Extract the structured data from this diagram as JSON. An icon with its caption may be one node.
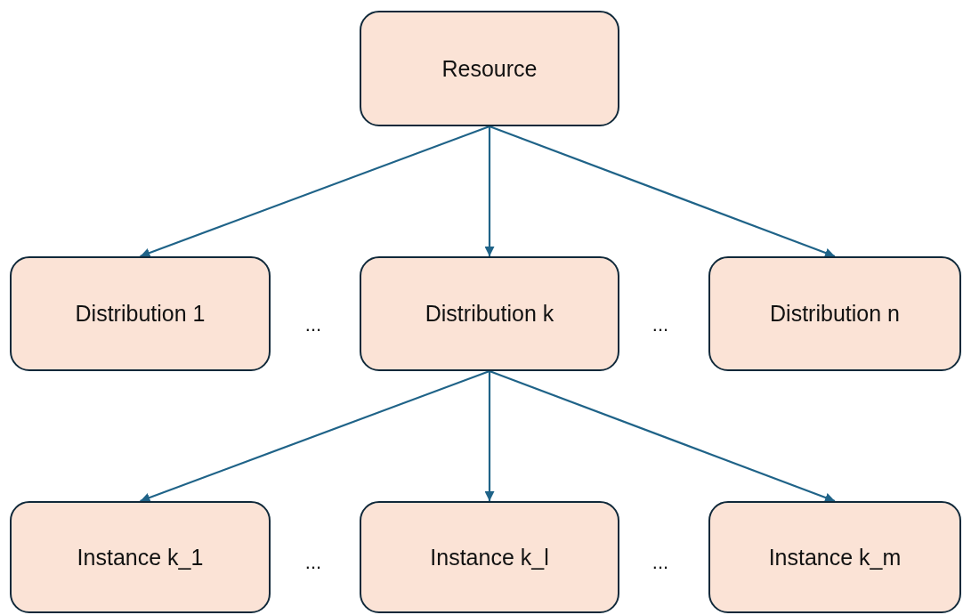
{
  "diagram": {
    "nodes": [
      {
        "text": [
          "Resource"
        ]
      },
      {
        "text": [
          "Distribution 1"
        ]
      },
      {
        "text": [
          "Distribution k"
        ]
      },
      {
        "text": [
          "Distribution n"
        ]
      },
      {
        "text": [
          "Instance k_1"
        ]
      },
      {
        "text": [
          "Instance k_l"
        ]
      },
      {
        "text": [
          "Instance k_m"
        ]
      }
    ],
    "edges": [
      {
        "from": 0,
        "to": 1,
        "arrow": "to"
      },
      {
        "from": 0,
        "to": 2,
        "arrow": "to"
      },
      {
        "from": 0,
        "to": 3,
        "arrow": "to"
      },
      {
        "from": 2,
        "to": 4,
        "arrow": "to"
      },
      {
        "from": 2,
        "to": 5,
        "arrow": "to"
      },
      {
        "from": 2,
        "to": 6,
        "arrow": "to"
      }
    ],
    "labels": [
      "...",
      "...",
      "...",
      "..."
    ]
  }
}
